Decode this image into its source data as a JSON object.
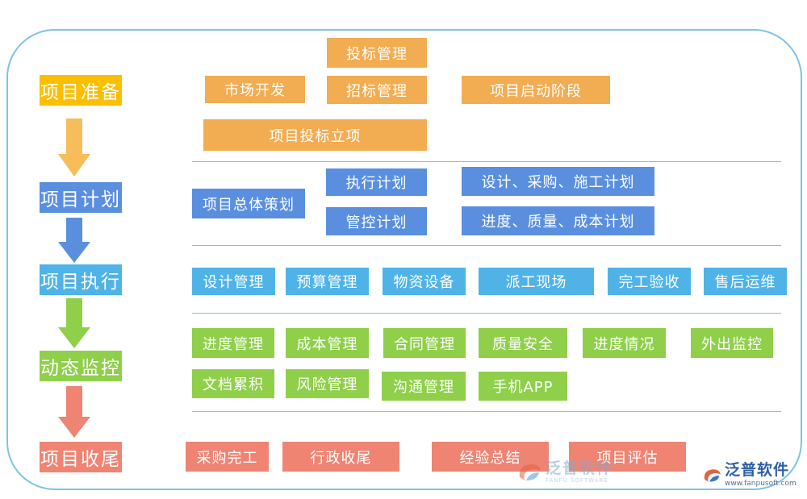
{
  "colors": {
    "orange": "#f2ac51",
    "stage_orange": "#fbbf00",
    "blue_dark": "#5a8fe0",
    "blue_light": "#4fb3e8",
    "green": "#8fcf4a",
    "salmon": "#ef8473",
    "frame": "#7ec3e6"
  },
  "stages": {
    "prep": "项目准备",
    "plan": "项目计划",
    "exec": "项目执行",
    "monitor": "动态监控",
    "close": "项目收尾"
  },
  "prep": {
    "market": "市场开发",
    "bid": "投标管理",
    "tender": "招标管理",
    "kickoff": "项目启动阶段",
    "approval": "项目投标立项"
  },
  "plan": {
    "overall": "项目总体策划",
    "exec_plan": "执行计划",
    "control_plan": "管控计划",
    "design_plan": "设计、采购、施工计划",
    "progress_plan": "进度、质量、成本计划"
  },
  "exec": {
    "items": [
      "设计管理",
      "预算管理",
      "物资设备",
      "派工现场",
      "完工验收",
      "售后运维"
    ]
  },
  "monitor": {
    "row1": [
      "进度管理",
      "成本管理",
      "合同管理",
      "质量安全",
      "进度情况",
      "外出监控"
    ],
    "row2": [
      "文档累积",
      "风险管理",
      "沟通管理",
      "手机APP"
    ]
  },
  "close": {
    "items": [
      "采购完工",
      "行政收尾",
      "经验总结",
      "项目评估"
    ]
  },
  "watermark": {
    "center_name": "泛普软件",
    "center_sub": "FANPU SOFTWARE",
    "corner_name": "泛普软件",
    "corner_url": "www.fanpusoft.com"
  }
}
